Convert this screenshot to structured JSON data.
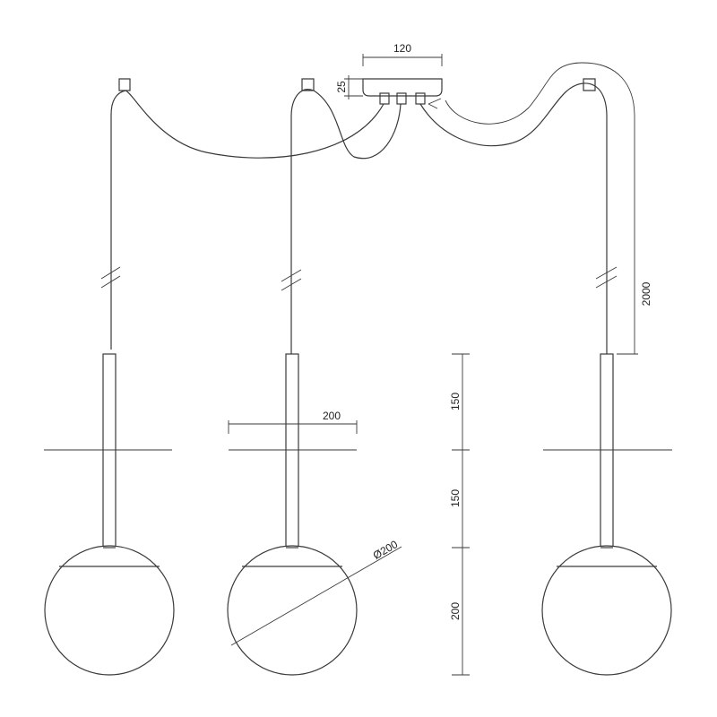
{
  "dimensions": {
    "canopy_width": "120",
    "canopy_height": "25",
    "cable_length": "2000",
    "shade_span": "200",
    "rod_upper": "150",
    "rod_lower": "150",
    "globe_height": "200",
    "globe_diameter": "Ø200"
  },
  "colors": {
    "ink": "#3a3a3a",
    "background": "#ffffff"
  }
}
